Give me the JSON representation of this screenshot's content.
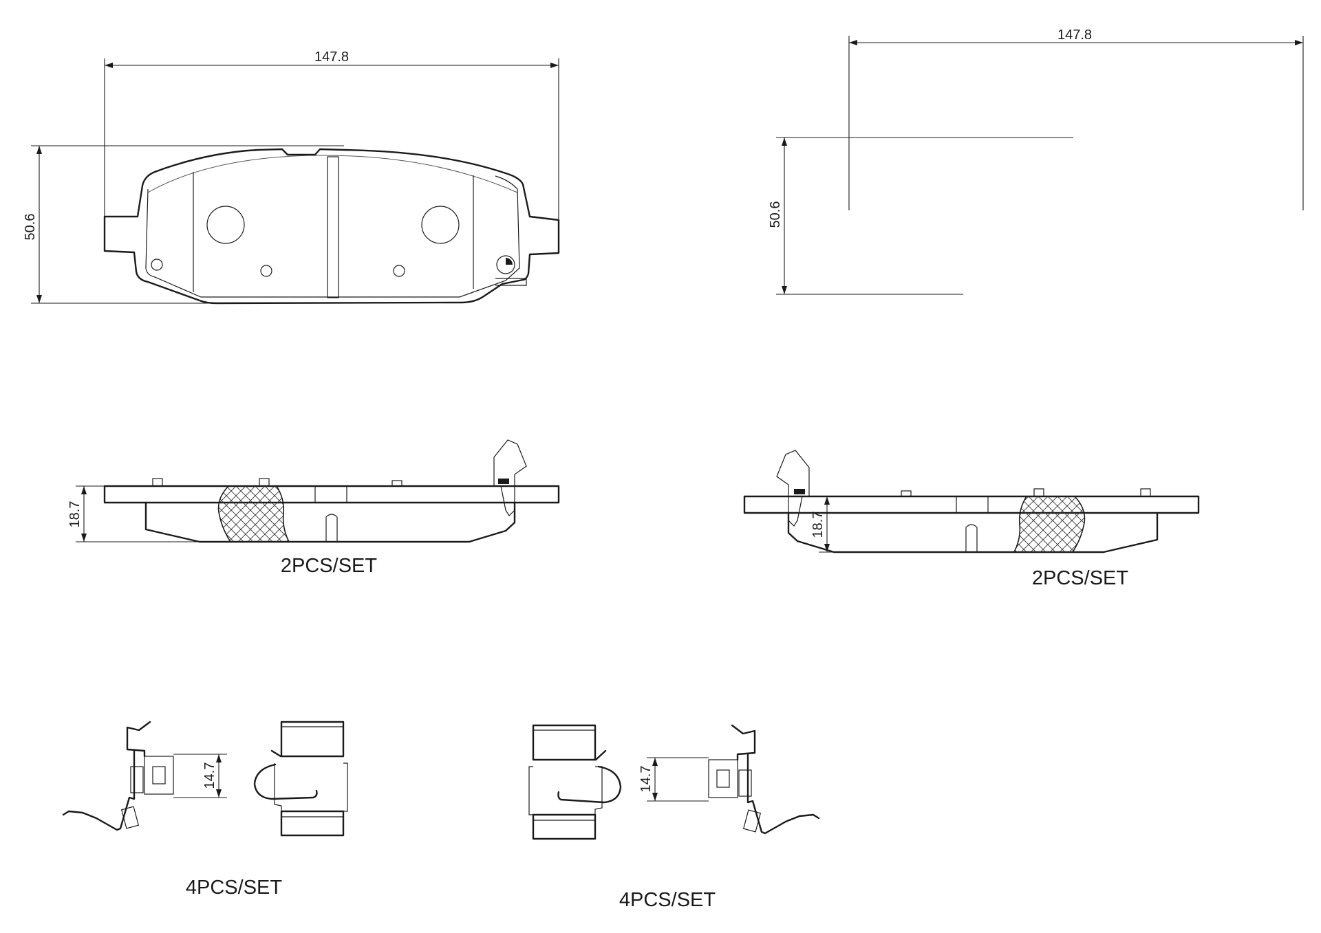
{
  "dimensions": {
    "top_left_width": "147.8",
    "top_left_height": "50.6",
    "top_right_width": "147.8",
    "top_right_height": "50.6",
    "side_left_thickness": "18.7",
    "side_right_thickness": "18.7",
    "clip_left_height": "14.7",
    "clip_right_height": "14.7"
  },
  "labels": {
    "pads_left_qty": "2PCS/SET",
    "pads_right_qty": "2PCS/SET",
    "clips_left_qty": "4PCS/SET",
    "clips_right_qty": "4PCS/SET"
  }
}
